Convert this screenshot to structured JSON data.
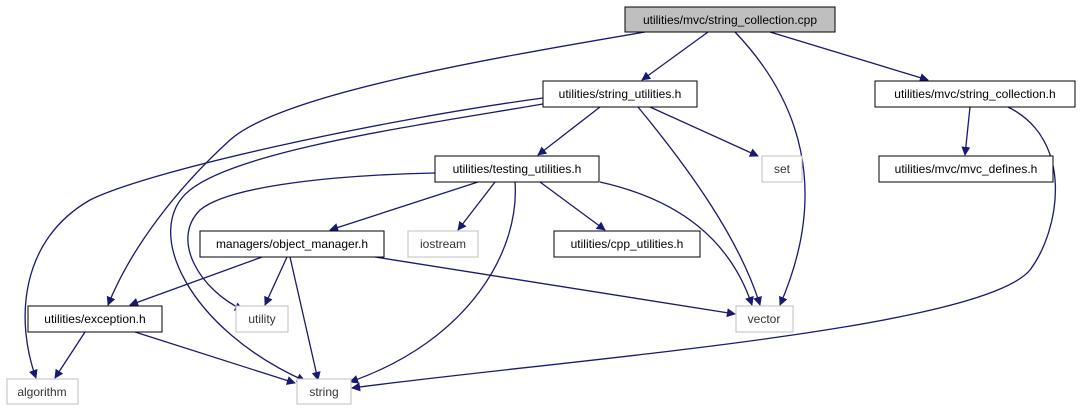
{
  "colors": {
    "edge": "#191970",
    "node_border": "#000000",
    "external_border": "#bfbfbf",
    "root_fill": "#bfbfbf",
    "node_fill": "#ffffff"
  },
  "nodes": {
    "root": {
      "label": "utilities/mvc/string_collection.cpp",
      "kind": "root"
    },
    "string_utilities_h": {
      "label": "utilities/string_utilities.h",
      "kind": "header"
    },
    "string_collection_h": {
      "label": "utilities/mvc/string_collection.h",
      "kind": "header"
    },
    "testing_utilities_h": {
      "label": "utilities/testing_utilities.h",
      "kind": "header"
    },
    "set": {
      "label": "set",
      "kind": "system"
    },
    "mvc_defines_h": {
      "label": "utilities/mvc/mvc_defines.h",
      "kind": "header"
    },
    "object_manager_h": {
      "label": "managers/object_manager.h",
      "kind": "header"
    },
    "iostream": {
      "label": "iostream",
      "kind": "system"
    },
    "cpp_utilities_h": {
      "label": "utilities/cpp_utilities.h",
      "kind": "header"
    },
    "exception_h": {
      "label": "utilities/exception.h",
      "kind": "header"
    },
    "utility": {
      "label": "utility",
      "kind": "system"
    },
    "vector": {
      "label": "vector",
      "kind": "system"
    },
    "algorithm": {
      "label": "algorithm",
      "kind": "system"
    },
    "string": {
      "label": "string",
      "kind": "system"
    }
  },
  "edges": [
    [
      "root",
      "string_utilities_h"
    ],
    [
      "root",
      "string_collection_h"
    ],
    [
      "root",
      "vector"
    ],
    [
      "root",
      "exception_h"
    ],
    [
      "string_utilities_h",
      "testing_utilities_h"
    ],
    [
      "string_utilities_h",
      "set"
    ],
    [
      "string_utilities_h",
      "vector"
    ],
    [
      "string_utilities_h",
      "algorithm"
    ],
    [
      "string_utilities_h",
      "string"
    ],
    [
      "string_collection_h",
      "mvc_defines_h"
    ],
    [
      "string_collection_h",
      "string"
    ],
    [
      "testing_utilities_h",
      "object_manager_h"
    ],
    [
      "testing_utilities_h",
      "iostream"
    ],
    [
      "testing_utilities_h",
      "cpp_utilities_h"
    ],
    [
      "testing_utilities_h",
      "vector"
    ],
    [
      "testing_utilities_h",
      "utility"
    ],
    [
      "testing_utilities_h",
      "string"
    ],
    [
      "object_manager_h",
      "exception_h"
    ],
    [
      "object_manager_h",
      "utility"
    ],
    [
      "object_manager_h",
      "string"
    ],
    [
      "object_manager_h",
      "vector"
    ],
    [
      "exception_h",
      "algorithm"
    ],
    [
      "exception_h",
      "string"
    ]
  ]
}
